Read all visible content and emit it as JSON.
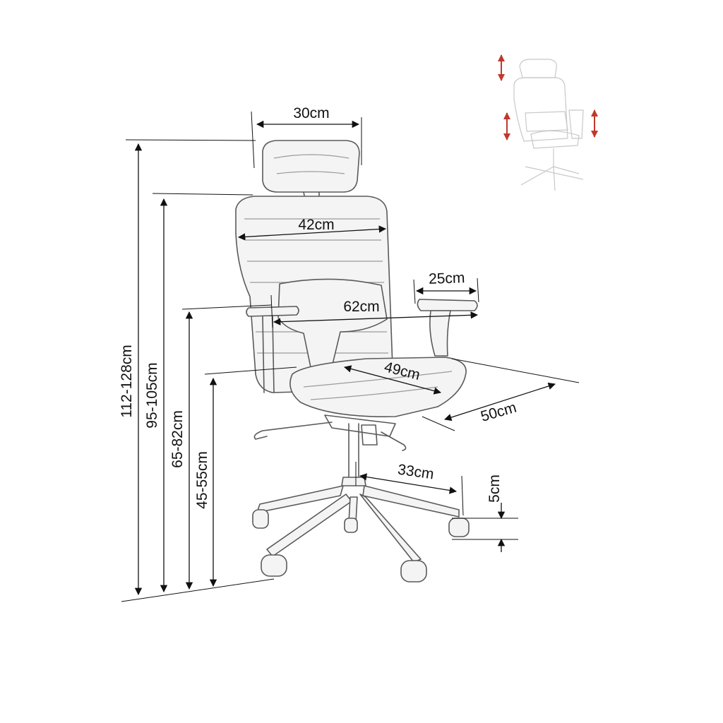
{
  "dimensions": {
    "headrest_width": "30cm",
    "backrest_width": "42cm",
    "armrest_length": "25cm",
    "armrest_span": "62cm",
    "seat_depth": "49cm",
    "seat_width": "50cm",
    "base_radius": "33cm",
    "wheel_height": "5cm",
    "total_height": "112-128cm",
    "backrest_top_height": "95-105cm",
    "armrest_height": "65-82cm",
    "seat_height": "45-55cm"
  },
  "icons": {
    "height_adjust": "double-headed-arrow-icon",
    "preview": "chair-thumbnail-icon"
  },
  "colors": {
    "dimension": "#111111",
    "chair_outline": "#5a5a5a",
    "adjust_arrow": "#c0392b"
  }
}
